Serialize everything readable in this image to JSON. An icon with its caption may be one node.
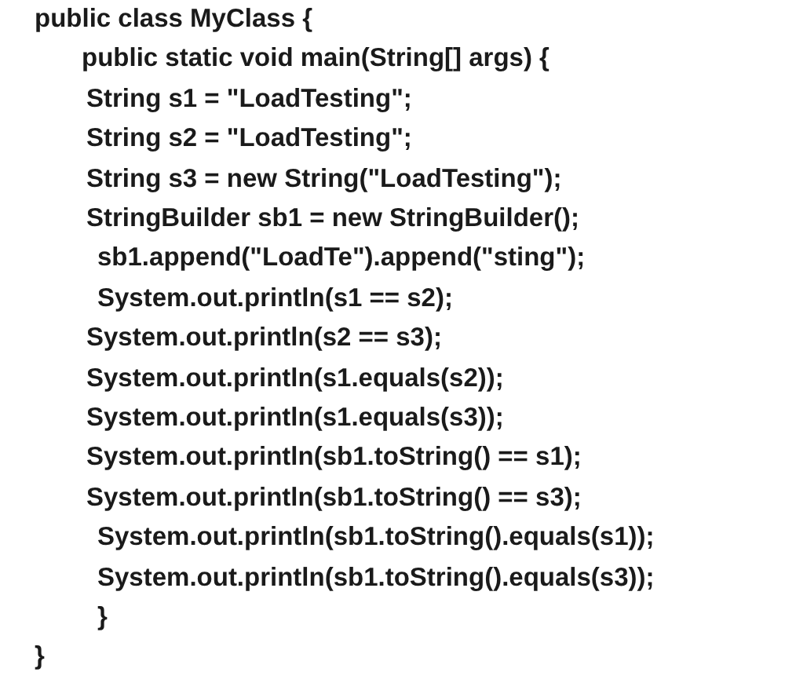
{
  "diagram": {
    "labels": [
      "public class MyClass {",
      "public static void main(String[] args) {",
      "String s1 = \"LoadTesting\";",
      "String s2 = \"LoadTesting\";",
      "String s3 = new String(\"LoadTesting\");",
      "StringBuilder sb1 = new StringBuilder();",
      "sb1.append(\"LoadTe\").append(\"sting\");",
      "System.out.println(s1 == s2);",
      "System.out.println(s2 == s3);",
      "System.out.println(s1.equals(s2));",
      "System.out.println(s1.equals(s3));",
      "System.out.println(sb1.toString() == s1);",
      "System.out.println(sb1.toString() == s3);",
      "System.out.println(sb1.toString().equals(s1));",
      "System.out.println(sb1.toString().equals(s3));",
      "}",
      "}"
    ]
  }
}
